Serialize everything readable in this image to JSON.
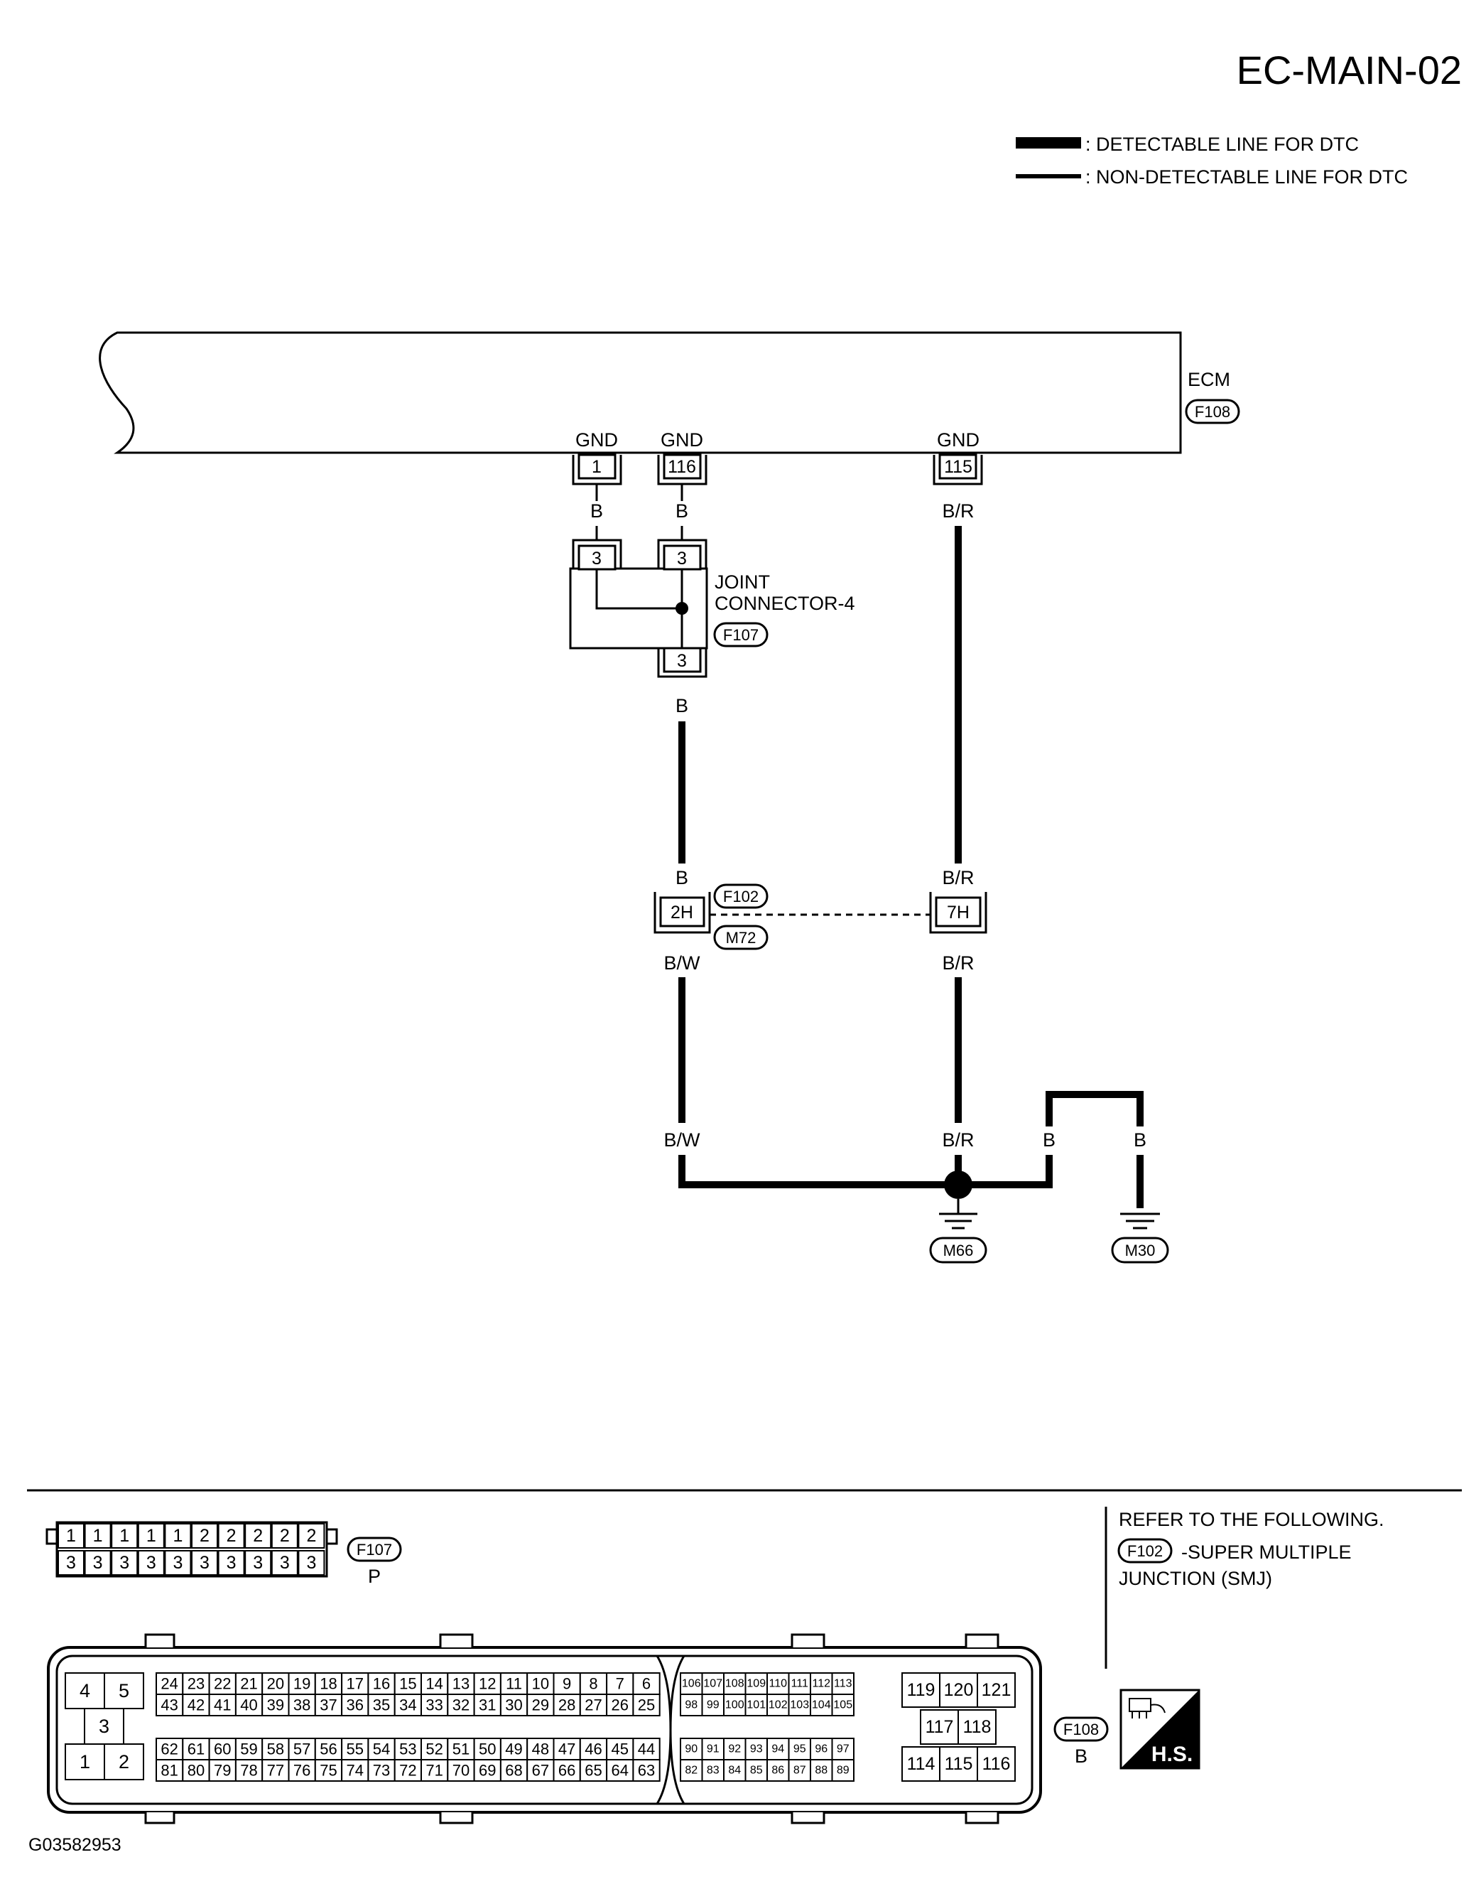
{
  "page": {
    "title": "EC-MAIN-02",
    "figure_id": "G03582953"
  },
  "legend": {
    "detectable": ": DETECTABLE LINE FOR DTC",
    "non_detectable": ": NON-DETECTABLE LINE FOR DTC"
  },
  "ecm": {
    "name": "ECM",
    "connector": "F108",
    "terminals": [
      {
        "label": "GND",
        "pin": "1",
        "wire": "B"
      },
      {
        "label": "GND",
        "pin": "116",
        "wire": "B"
      },
      {
        "label": "GND",
        "pin": "115",
        "wire": "B/R"
      }
    ]
  },
  "joint": {
    "name_line1": "JOINT",
    "name_line2": "CONNECTOR-4",
    "connector": "F107",
    "pin_a": "3",
    "pin_b": "3",
    "pin_c": "3",
    "wire_out": "B"
  },
  "smj": {
    "connector_top": "F102",
    "connector_bottom": "M72",
    "pin_left": "2H",
    "pin_right": "7H",
    "wire_left_in": "B",
    "wire_left_out": "B/W",
    "wire_right_in": "B/R",
    "wire_right_out": "B/R"
  },
  "grounds": {
    "wire_bw": "B/W",
    "wire_br": "B/R",
    "wire_b1": "B",
    "wire_b2": "B",
    "m66": "M66",
    "m30": "M30"
  },
  "refer": {
    "line1": "REFER TO THE FOLLOWING.",
    "connector": "F102",
    "line2": "-SUPER MULTIPLE",
    "line3": "JUNCTION (SMJ)"
  },
  "f107_face": {
    "connector": "F107",
    "color": "P",
    "top_row": [
      "1",
      "1",
      "1",
      "1",
      "1",
      "2",
      "2",
      "2",
      "2",
      "2"
    ],
    "bottom_row": [
      "3",
      "3",
      "3",
      "3",
      "3",
      "3",
      "3",
      "3",
      "3",
      "3"
    ]
  },
  "f108_face": {
    "connector": "F108",
    "color": "B",
    "left_block": [
      "4",
      "5",
      "3",
      "1",
      "2"
    ],
    "row1": [
      "24",
      "23",
      "22",
      "21",
      "20",
      "19",
      "18",
      "17",
      "16",
      "15",
      "14",
      "13",
      "12",
      "11",
      "10",
      "9",
      "8",
      "7",
      "6"
    ],
    "row2": [
      "43",
      "42",
      "41",
      "40",
      "39",
      "38",
      "37",
      "36",
      "35",
      "34",
      "33",
      "32",
      "31",
      "30",
      "29",
      "28",
      "27",
      "26",
      "25"
    ],
    "row3": [
      "62",
      "61",
      "60",
      "59",
      "58",
      "57",
      "56",
      "55",
      "54",
      "53",
      "52",
      "51",
      "50",
      "49",
      "48",
      "47",
      "46",
      "45",
      "44"
    ],
    "row4": [
      "81",
      "80",
      "79",
      "78",
      "77",
      "76",
      "75",
      "74",
      "73",
      "72",
      "71",
      "70",
      "69",
      "68",
      "67",
      "66",
      "65",
      "64",
      "63"
    ],
    "mid1": [
      "106",
      "107",
      "108",
      "109",
      "110",
      "111",
      "112",
      "113"
    ],
    "mid2": [
      "98",
      "99",
      "100",
      "101",
      "102",
      "103",
      "104",
      "105"
    ],
    "mid3": [
      "90",
      "91",
      "92",
      "93",
      "94",
      "95",
      "96",
      "97"
    ],
    "mid4": [
      "82",
      "83",
      "84",
      "85",
      "86",
      "87",
      "88",
      "89"
    ],
    "right_top": [
      "119",
      "120",
      "121"
    ],
    "right_mid": [
      "117",
      "118"
    ],
    "right_bot": [
      "114",
      "115",
      "116"
    ]
  },
  "hs_badge": "H.S."
}
